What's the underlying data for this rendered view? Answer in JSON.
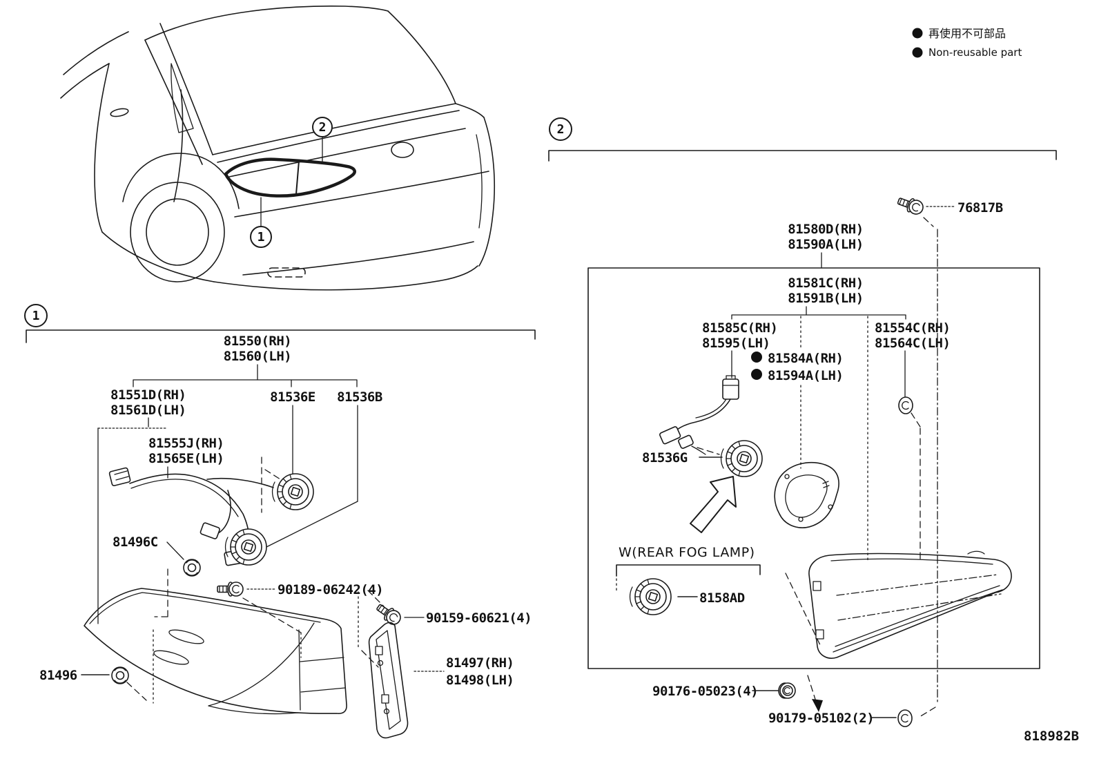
{
  "legend": {
    "jp": "再使用不可部品",
    "en": "Non-reusable part"
  },
  "callouts": {
    "one": "1",
    "two": "2"
  },
  "diagram_code": "818982B",
  "left": {
    "assembly": {
      "line1": "81550(RH)",
      "line2": "81560(LH)"
    },
    "lens_body": {
      "line1": "81551D(RH)",
      "line2": "81561D(LH)"
    },
    "socket_e": "81536E",
    "socket_b": "81536B",
    "harness": {
      "line1": "81555J(RH)",
      "line2": "81565E(LH)"
    },
    "grommet_c": "81496C",
    "screw_90189": "90189-06242(4)",
    "screw_90159": "90159-60621(4)",
    "reflector": {
      "line1": "81497(RH)",
      "line2": "81498(LH)"
    },
    "grommet": "81496"
  },
  "right": {
    "screw_76817": "76817B",
    "assembly": {
      "line1": "81580D(RH)",
      "line2": "81590A(LH)"
    },
    "lens_body": {
      "line1": "81581C(RH)",
      "line2": "81591B(LH)"
    },
    "harness": {
      "line1": "81585C(RH)",
      "line2": "81595(LH)"
    },
    "gasket": {
      "line1": "81584A(RH)",
      "line2": "81594A(LH)"
    },
    "clip": {
      "line1": "81554C(RH)",
      "line2": "81564C(LH)"
    },
    "socket_g": "81536G",
    "fog_note": "W(REAR FOG LAMP)",
    "socket_fog": "8158AD",
    "bolt_90176": "90176-05023(4)",
    "grommet_90179": "90179-05102(2)"
  }
}
